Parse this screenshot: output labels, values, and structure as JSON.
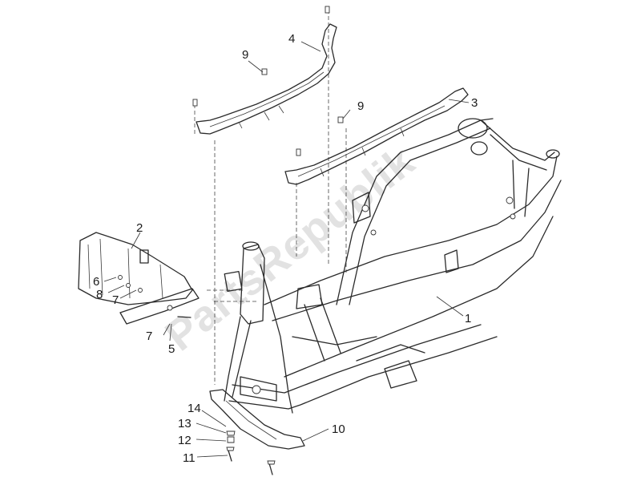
{
  "watermark": "PartsRepublik",
  "callouts": {
    "c1": "1",
    "c2": "2",
    "c3": "3",
    "c4": "4",
    "c5": "5",
    "c6": "6",
    "c7a": "7",
    "c7b": "7",
    "c8": "8",
    "c9a": "9",
    "c9b": "9",
    "c10": "10",
    "c11": "11",
    "c12": "12",
    "c13": "13",
    "c14": "14"
  }
}
